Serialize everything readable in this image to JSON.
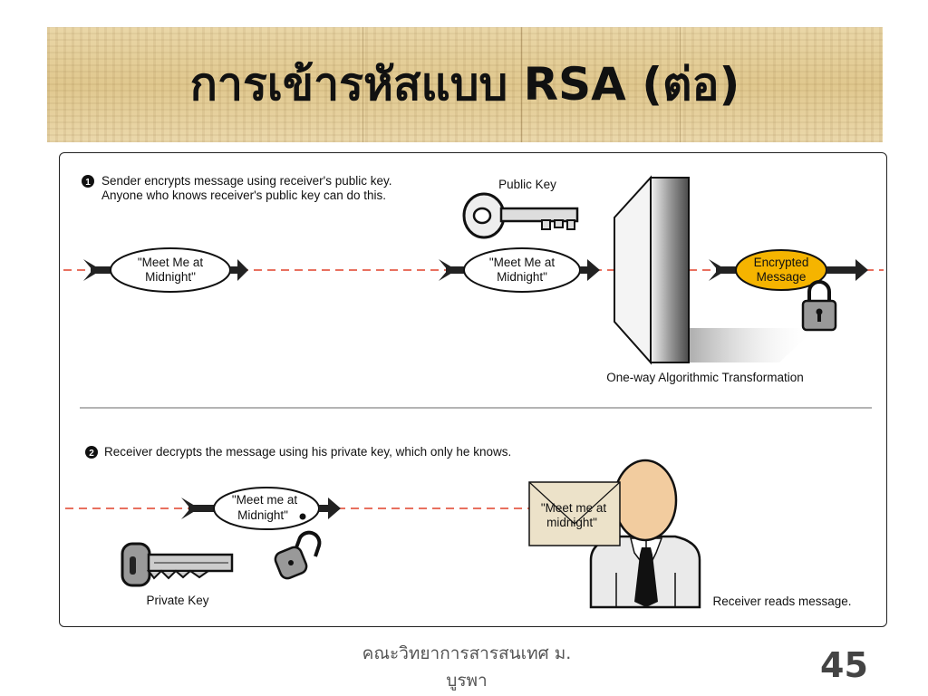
{
  "slide": {
    "title": "การเข้ารหัสแบบ RSA (ต่อ)",
    "footer_line1": "คณะวิทยาการสารสนเทศ ม.",
    "footer_line2": "บูรพา",
    "page_number": "45"
  },
  "diagram": {
    "step1_number": "1",
    "step1_line1": "Sender encrypts message using receiver's public key.",
    "step1_line2": "Anyone who knows receiver's public key can do this.",
    "public_key_label": "Public Key",
    "msg1_line1": "\"Meet Me at",
    "msg1_line2": "Midnight\"",
    "msg2_line1": "\"Meet Me at",
    "msg2_line2": "Midnight\"",
    "encrypted_line1": "Encrypted",
    "encrypted_line2": "Message",
    "transform_label": "One-way Algorithmic Transformation",
    "step2_number": "2",
    "step2_text": "Receiver decrypts the message using his private key, which only he knows.",
    "msg3_line1": "\"Meet me at",
    "msg3_line2": "Midnight\"",
    "private_key_label": "Private Key",
    "envelope_line1": "\"Meet me at",
    "envelope_line2": "midnight\"",
    "receiver_label": "Receiver reads message."
  },
  "colors": {
    "dashed_line": "#e0402a",
    "encrypted_fill": "#f5b400",
    "title_band": "#e3cc95"
  }
}
